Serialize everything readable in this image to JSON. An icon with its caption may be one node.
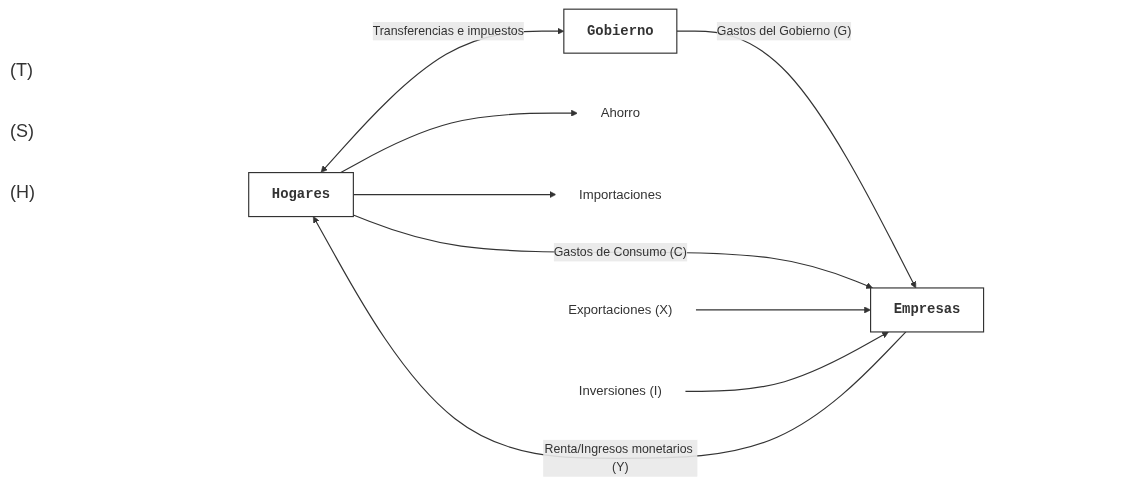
{
  "diagram": {
    "nodes": [
      {
        "text": [
          "Hogares"
        ]
      },
      {
        "text": [
          "Gobierno"
        ]
      },
      {
        "text": [
          "Empresas"
        ]
      },
      {
        "text": [
          "Ahorro"
        ]
      },
      {
        "text": [
          "Importaciones"
        ]
      },
      {
        "text": [
          "Exportaciones (X)"
        ]
      },
      {
        "text": [
          "Inversiones (I)"
        ]
      }
    ],
    "edges": [
      {
        "from": 2,
        "to": 0,
        "label": "Renta/Ingresos monetarios (Y)",
        "arrow": "to"
      },
      {
        "from": 0,
        "to": 1,
        "label": "Transferencias e impuestos",
        "arrow": "both"
      },
      {
        "from": 1,
        "to": 2,
        "label": "Gastos del Gobierno (G)",
        "arrow": "to"
      },
      {
        "from": 0,
        "to": 2,
        "label": "Gastos de Consumo (C)",
        "arrow": "to"
      },
      {
        "from": 0,
        "to": 3,
        "arrow": "to"
      },
      {
        "from": 0,
        "to": 4,
        "arrow": "to"
      },
      {
        "from": 5,
        "to": 2,
        "arrow": "to"
      },
      {
        "from": 6,
        "to": 2,
        "arrow": "to"
      }
    ],
    "labels": [
      "(T)",
      "(S)",
      "(H)"
    ]
  }
}
